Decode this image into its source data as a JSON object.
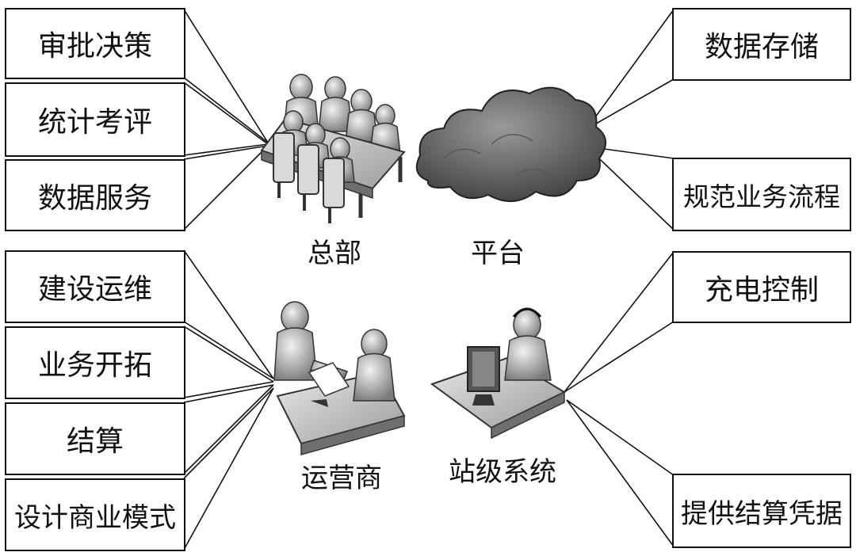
{
  "left_top_boxes": [
    "审批决策",
    "统计考评",
    "数据服务"
  ],
  "left_bottom_boxes": [
    "建设运维",
    "业务开拓",
    "结算",
    "设计商业模式"
  ],
  "right_top_boxes": [
    "数据存储",
    "规范业务流程"
  ],
  "right_bottom_boxes": [
    "充电控制",
    "提供结算凭据"
  ],
  "captions": {
    "hq": "总部",
    "platform": "平台",
    "operator": "运营商",
    "station": "站级系统"
  },
  "icons": {
    "hq": "meeting-table-icon",
    "platform": "cloud-icon",
    "operator": "business-handshake-icon",
    "station": "operator-workstation-icon"
  }
}
